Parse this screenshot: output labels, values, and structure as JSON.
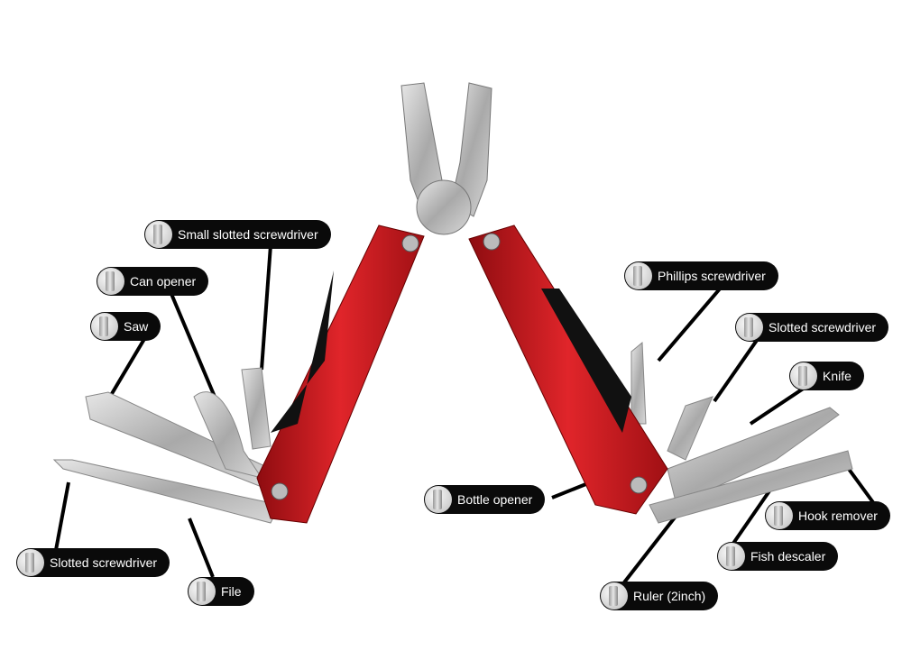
{
  "labels": {
    "small_slotted_screwdriver": "Small slotted screwdriver",
    "can_opener": "Can opener",
    "saw": "Saw",
    "slotted_screwdriver_left": "Slotted screwdriver",
    "file": "File",
    "phillips_screwdriver": "Phillips screwdriver",
    "slotted_screwdriver_right": "Slotted screwdriver",
    "knife": "Knife",
    "bottle_opener": "Bottle opener",
    "hook_remover": "Hook remover",
    "fish_descaler": "Fish descaler",
    "ruler": "Ruler (2inch)"
  },
  "colors": {
    "handle": "#c8181c",
    "label_bg": "#0a0a0a",
    "steel": "#b8b8b8"
  }
}
